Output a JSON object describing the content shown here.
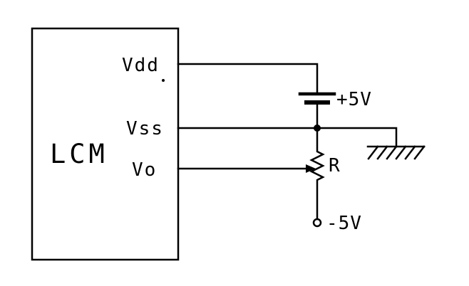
{
  "colors": {
    "line": "#000000",
    "background": "#ffffff"
  },
  "module": {
    "label": "LCM",
    "pins": [
      {
        "name": "Vdd"
      },
      {
        "name": "Vss"
      },
      {
        "name": "Vo"
      }
    ]
  },
  "supply": {
    "battery_label": "+5V",
    "negative_label": "-5V"
  },
  "potentiometer": {
    "label": "R"
  }
}
